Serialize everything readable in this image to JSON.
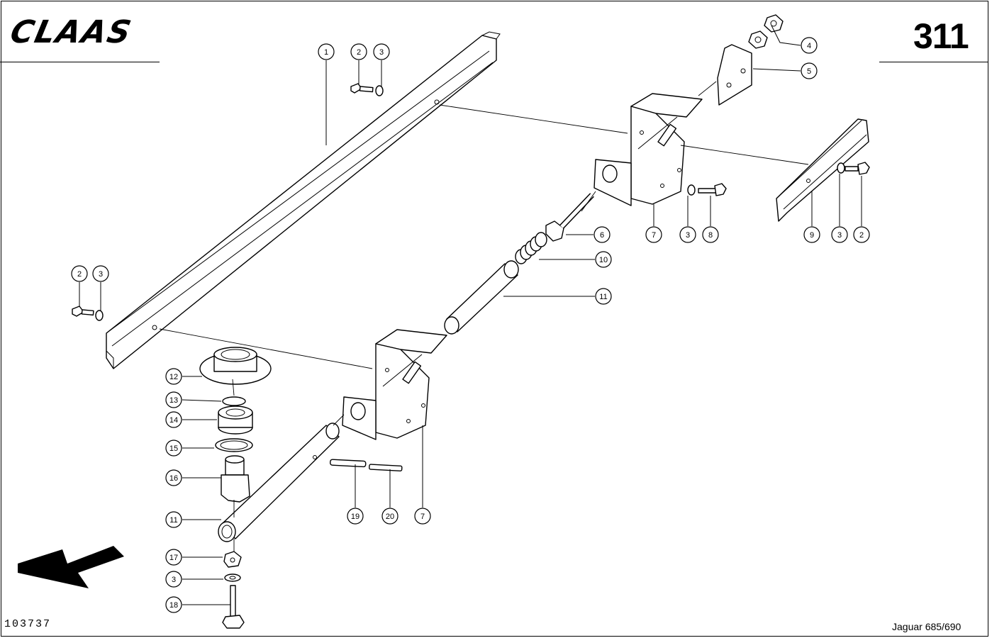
{
  "header": {
    "brand": "CLAAS",
    "page_number": "311"
  },
  "footer": {
    "doc_number": "103737",
    "model": "Jaguar 685/690"
  },
  "callouts": [
    {
      "id": "c1",
      "label": "1"
    },
    {
      "id": "c2a",
      "label": "2"
    },
    {
      "id": "c3a",
      "label": "3"
    },
    {
      "id": "c4",
      "label": "4"
    },
    {
      "id": "c5",
      "label": "5"
    },
    {
      "id": "c2b",
      "label": "2"
    },
    {
      "id": "c3b",
      "label": "3"
    },
    {
      "id": "c6",
      "label": "6"
    },
    {
      "id": "c7a",
      "label": "7"
    },
    {
      "id": "c3c",
      "label": "3"
    },
    {
      "id": "c8",
      "label": "8"
    },
    {
      "id": "c9",
      "label": "9"
    },
    {
      "id": "c3d",
      "label": "3"
    },
    {
      "id": "c2c",
      "label": "2"
    },
    {
      "id": "c10",
      "label": "10"
    },
    {
      "id": "c11a",
      "label": "11"
    },
    {
      "id": "c12",
      "label": "12"
    },
    {
      "id": "c13",
      "label": "13"
    },
    {
      "id": "c14",
      "label": "14"
    },
    {
      "id": "c15",
      "label": "15"
    },
    {
      "id": "c16",
      "label": "16"
    },
    {
      "id": "c11b",
      "label": "11"
    },
    {
      "id": "c17",
      "label": "17"
    },
    {
      "id": "c3e",
      "label": "3"
    },
    {
      "id": "c18",
      "label": "18"
    },
    {
      "id": "c19",
      "label": "19"
    },
    {
      "id": "c20",
      "label": "20"
    },
    {
      "id": "c7b",
      "label": "7"
    }
  ]
}
